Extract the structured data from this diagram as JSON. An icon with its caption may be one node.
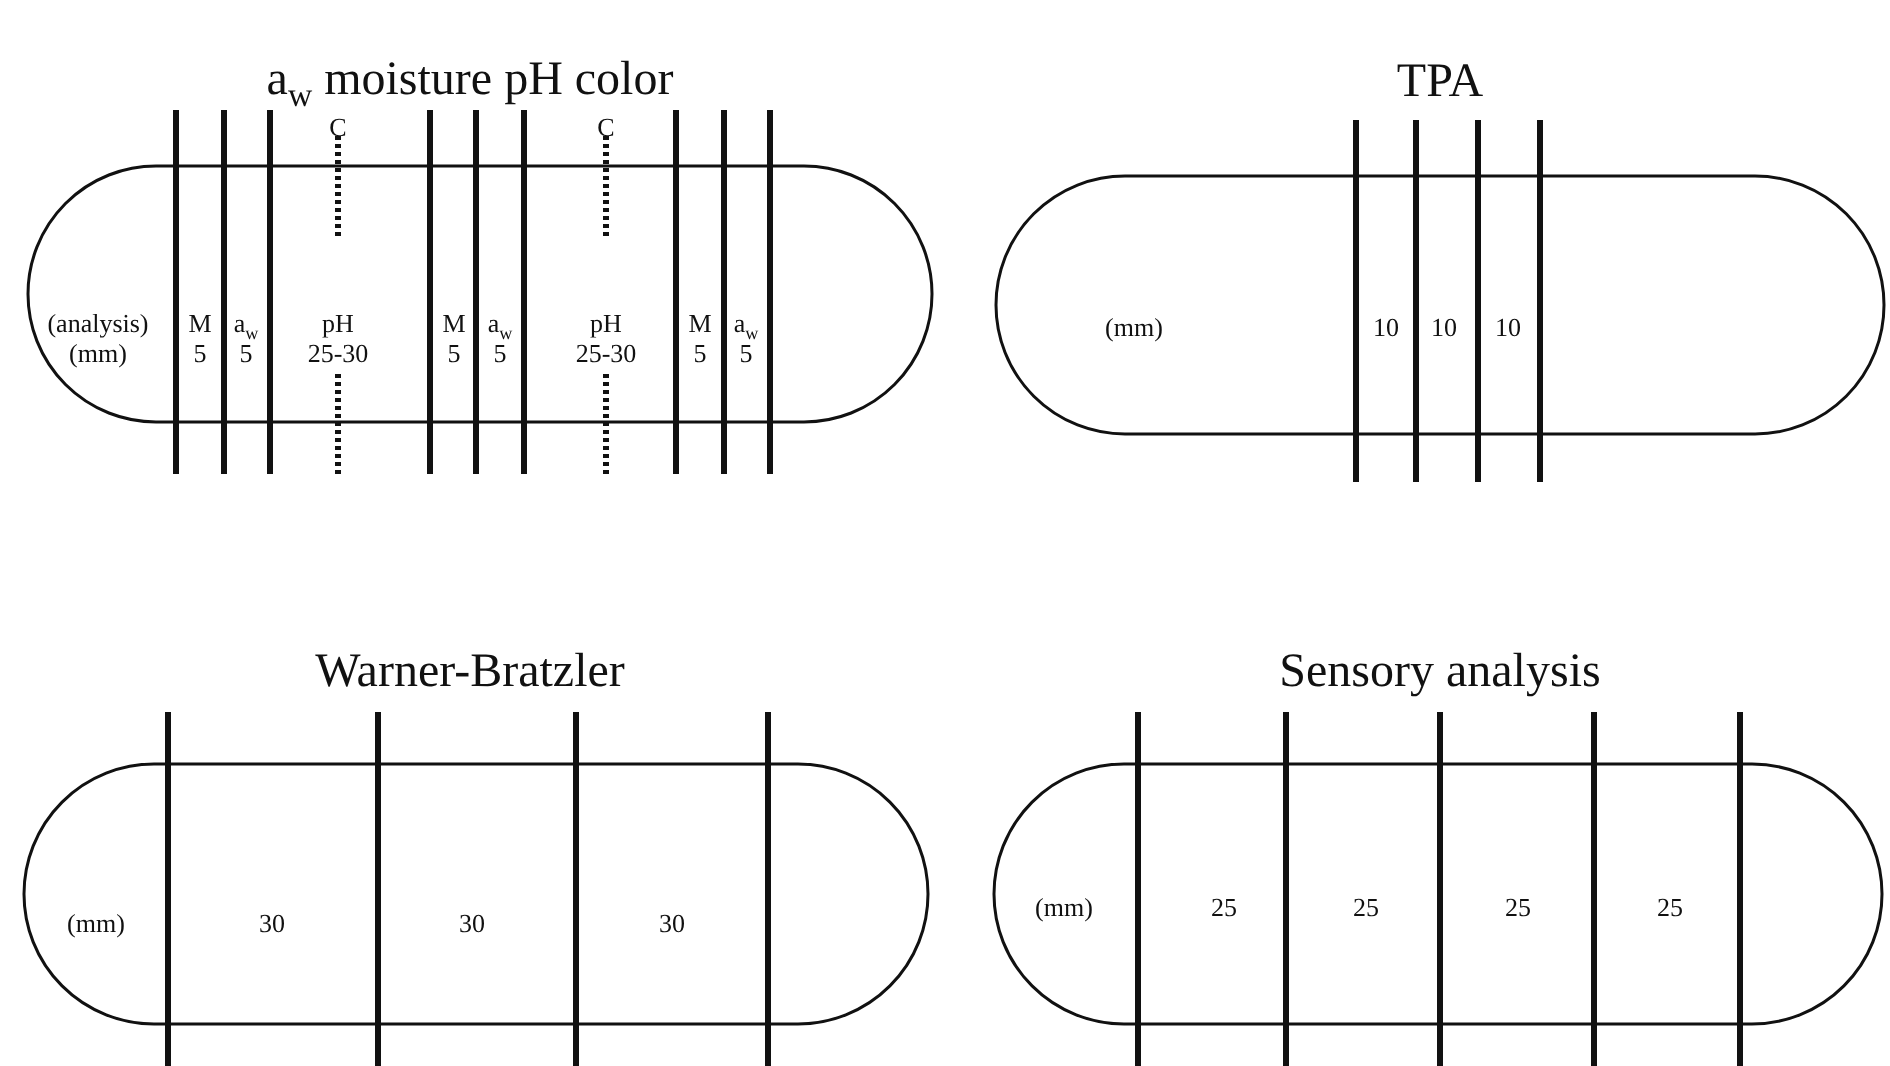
{
  "diagram": {
    "nodes": [
      {
        "text": [
          "a$_{w}$ moisture pH color",
          "(analysis) (mm)",
          "M 5",
          "a$_{w}$ 5",
          "C",
          "pH 25-30",
          "M 5",
          "a$_{w}$ 5",
          "C",
          "pH 25-30",
          "M 5",
          "a$_{w}$ 5"
        ]
      },
      {
        "text": [
          "TPA",
          "(mm)",
          "10",
          "10",
          "10"
        ]
      },
      {
        "text": [
          "Warner-Bratzler",
          "(mm)",
          "30",
          "30",
          "30"
        ]
      },
      {
        "text": [
          "Sensory analysis",
          "(mm)",
          "25",
          "25",
          "25",
          "25"
        ]
      }
    ]
  }
}
